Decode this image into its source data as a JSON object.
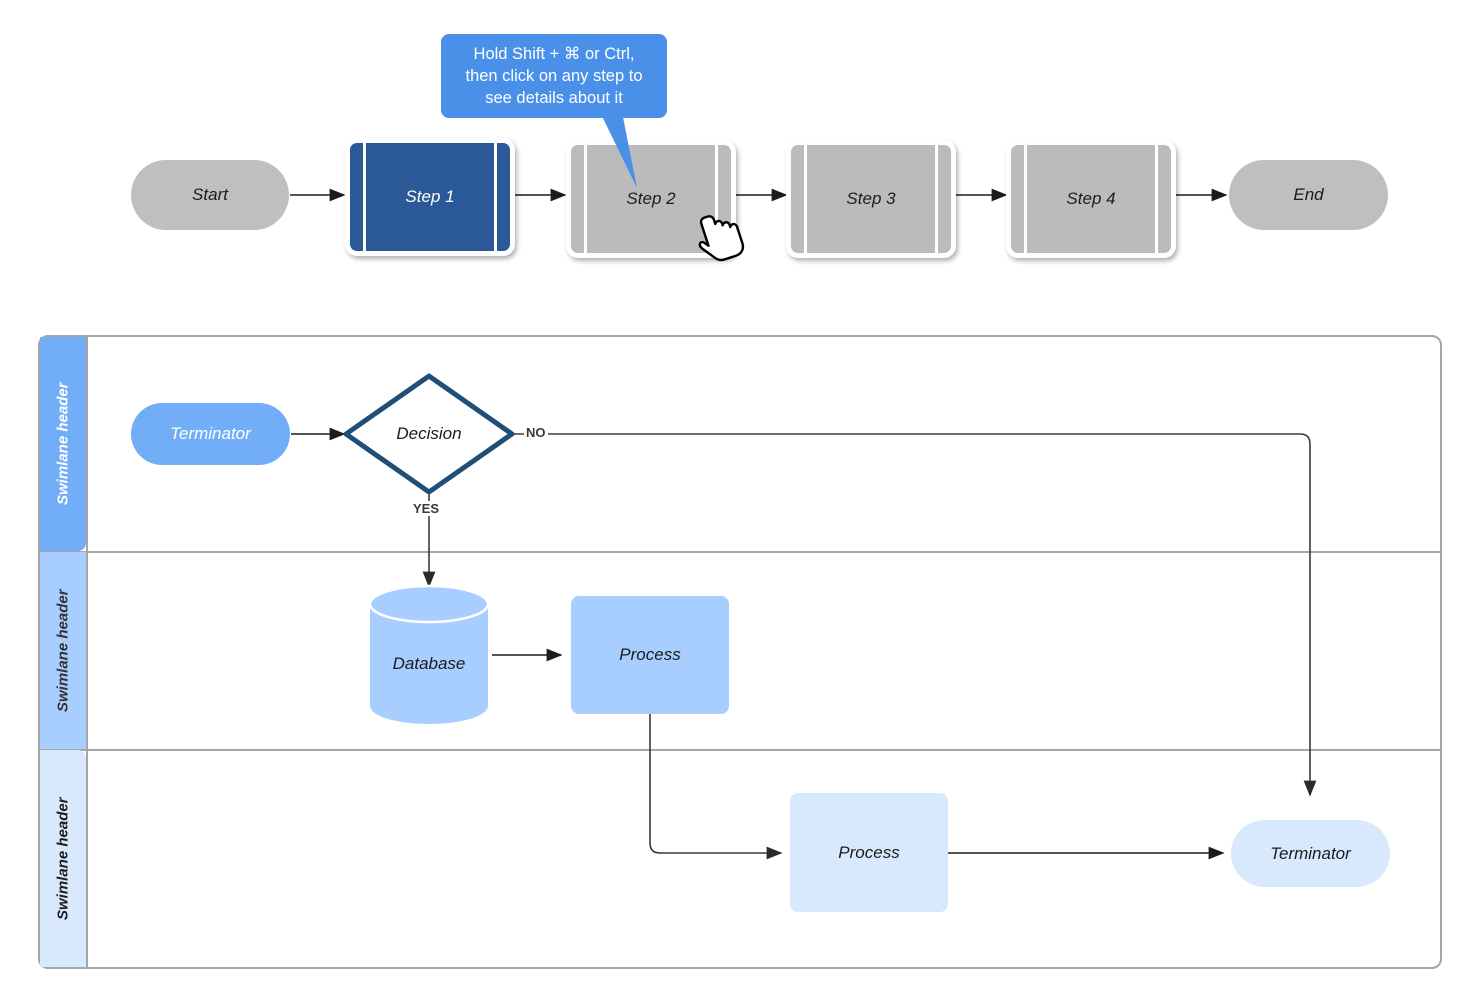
{
  "tooltip": {
    "line1": "Hold Shift + ⌘ or Ctrl,",
    "line2": "then click on any step to",
    "line3": "see details about it",
    "color": "#4a90e8"
  },
  "top_flow": {
    "nodes": [
      {
        "label": "Start",
        "shape": "terminator",
        "state": "normal",
        "color": "#bfbfbf"
      },
      {
        "label": "Step 1",
        "shape": "predefined-process",
        "state": "selected",
        "color": "#2b5896"
      },
      {
        "label": "Step 2",
        "shape": "predefined-process",
        "state": "hovered",
        "color": "#bbbbbb"
      },
      {
        "label": "Step 3",
        "shape": "predefined-process",
        "state": "normal",
        "color": "#bbbbbb"
      },
      {
        "label": "Step 4",
        "shape": "predefined-process",
        "state": "normal",
        "color": "#bbbbbb"
      },
      {
        "label": "End",
        "shape": "terminator",
        "state": "normal",
        "color": "#bfbfbf"
      }
    ]
  },
  "swimlanes": {
    "lanes": [
      {
        "header": "Swimlane header",
        "color": "#72aef7"
      },
      {
        "header": "Swimlane header",
        "color": "#a8ceff"
      },
      {
        "header": "Swimlane header",
        "color": "#d9e9fd"
      }
    ],
    "nodes": [
      {
        "label": "Terminator",
        "shape": "terminator",
        "lane": 1,
        "color": "#72aef7"
      },
      {
        "label": "Decision",
        "shape": "decision",
        "lane": 1,
        "color": "#1f4e79"
      },
      {
        "label": "Database",
        "shape": "database",
        "lane": 2,
        "color": "#a8ceff"
      },
      {
        "label": "Process",
        "shape": "process",
        "lane": 2,
        "color": "#a8ceff"
      },
      {
        "label": "Process",
        "shape": "process",
        "lane": 3,
        "color": "#d9e9fd"
      },
      {
        "label": "Terminator",
        "shape": "terminator",
        "lane": 3,
        "color": "#d9e9fd"
      }
    ],
    "edge_labels": [
      {
        "label": "NO"
      },
      {
        "label": "YES"
      }
    ]
  },
  "cursor": {
    "icon": "pointing-hand-cursor"
  }
}
